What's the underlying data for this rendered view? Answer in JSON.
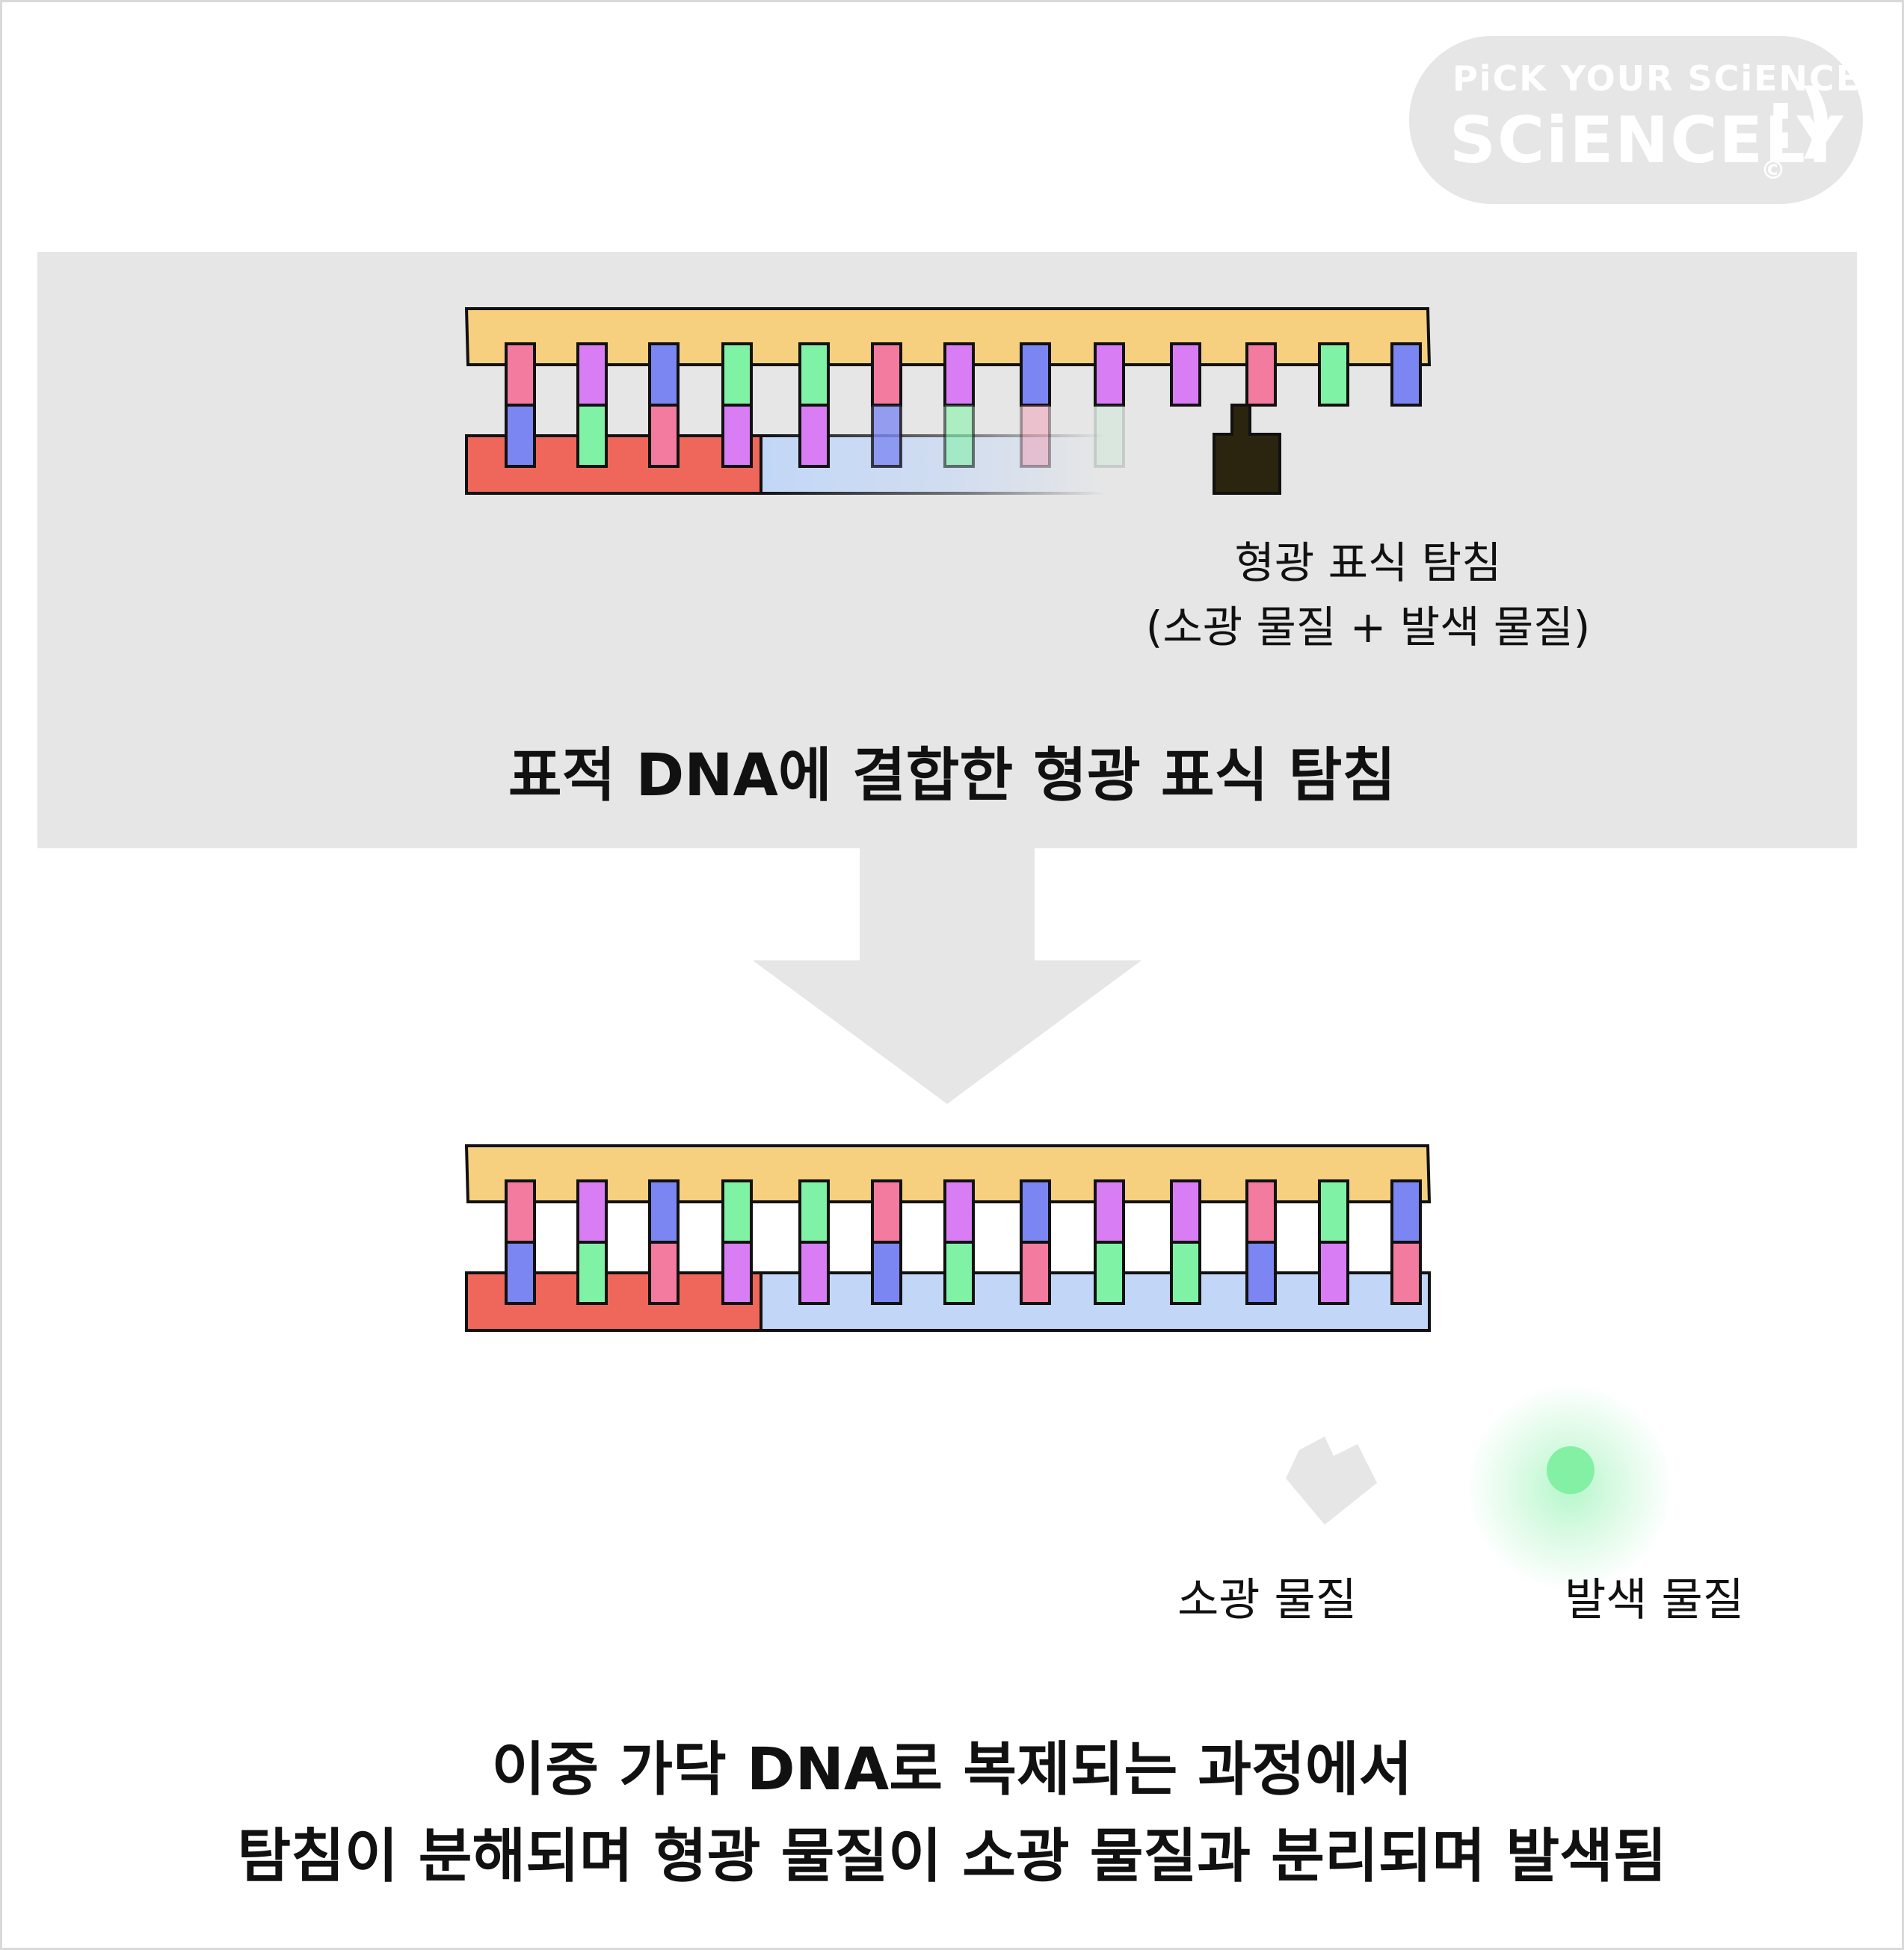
{
  "logo": {
    "subtitle": "PiCK YOUR SCiENCE",
    "name": "SCiENCELY",
    "smile": ":)",
    "copyright": "©"
  },
  "top_diagram": {
    "probe_label_line1": "형광 표식 탐침",
    "probe_label_line2": "(소광 물질 + 발색 물질)",
    "caption": "표적 DNA에 결합한 형광 표식 탐침"
  },
  "bottom_diagram": {
    "quencher_label": "소광 물질",
    "reporter_label": "발색 물질",
    "caption_line1": "이중 가닥 DNA로 복제되는 과정에서",
    "caption_line2": "탐침이 분해되며 형광 물질이 소광 물질과 분리되며 발색됨"
  },
  "colors": {
    "backbone": "#f6cf7f",
    "primer": "#ef675a",
    "new_strand": "#c2d7f7",
    "base_pink": "#f27b9f",
    "base_purple": "#d87df4",
    "base_blue": "#7c86f2",
    "base_green": "#7ff2a5",
    "quencher_dark": "#2b2510",
    "panel_gray": "#e6e6e6",
    "glow_green": "#83f0a4"
  },
  "bases": {
    "top_strand": [
      "pink",
      "purple",
      "blue",
      "green",
      "green",
      "pink",
      "purple",
      "blue",
      "purple",
      "purple",
      "pink",
      "green",
      "blue"
    ],
    "bottom_strand": [
      "blue",
      "green",
      "pink",
      "purple",
      "purple",
      "blue",
      "green",
      "pink",
      "green",
      "green",
      "blue",
      "purple",
      "pink"
    ]
  }
}
